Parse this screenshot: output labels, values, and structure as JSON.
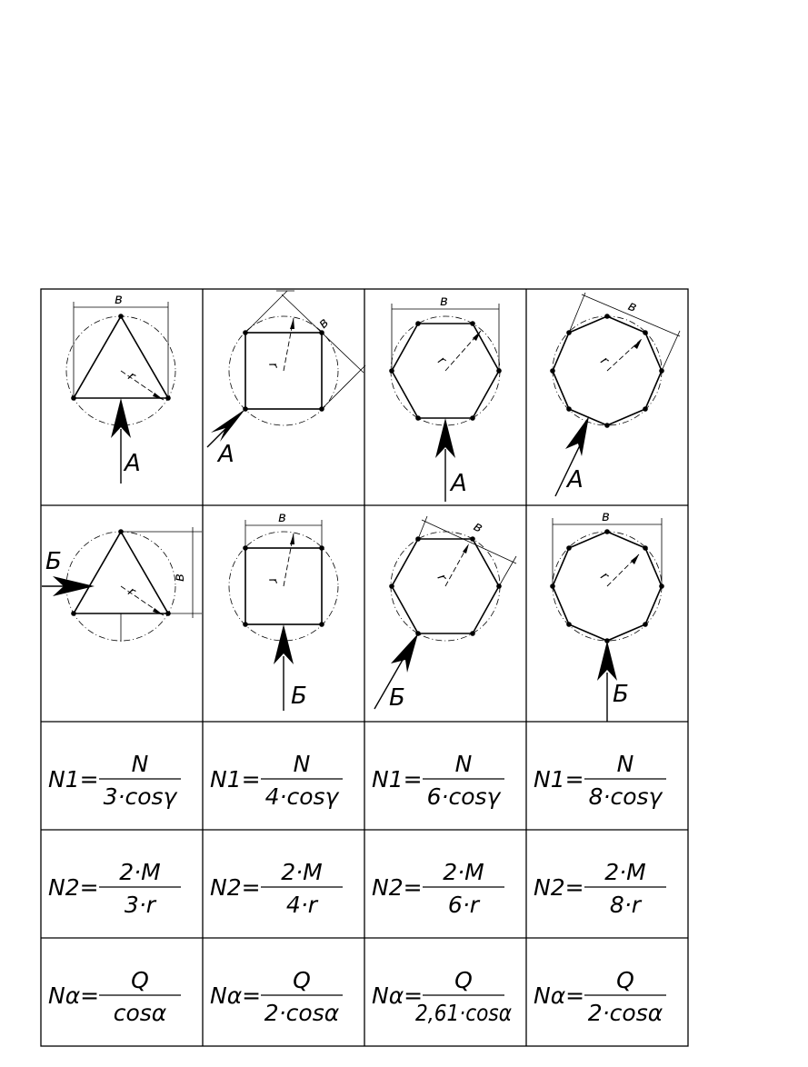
{
  "labels": {
    "width_symbol": "в",
    "radius_symbol": "r",
    "view_a": "А",
    "view_b": "Б"
  },
  "columns": [
    {
      "sides": 3
    },
    {
      "sides": 4
    },
    {
      "sides": 6
    },
    {
      "sides": 8
    }
  ],
  "formulas": {
    "n1": [
      {
        "lhs": "N1=",
        "num": "N",
        "den": "3·cosγ"
      },
      {
        "lhs": "N1=",
        "num": "N",
        "den": "4·cosγ"
      },
      {
        "lhs": "N1=",
        "num": "N",
        "den": "6·cosγ"
      },
      {
        "lhs": "N1=",
        "num": "N",
        "den": "8·cosγ"
      }
    ],
    "n2": [
      {
        "lhs": "N2=",
        "num": "2·M",
        "den": "3·r"
      },
      {
        "lhs": "N2=",
        "num": "2·M",
        "den": "4·r"
      },
      {
        "lhs": "N2=",
        "num": "2·M",
        "den": "6·r"
      },
      {
        "lhs": "N2=",
        "num": "2·M",
        "den": "8·r"
      }
    ],
    "na": [
      {
        "lhs": "Nα=",
        "num": "Q",
        "den": "cosα"
      },
      {
        "lhs": "Nα=",
        "num": "Q",
        "den": "2·cosα"
      },
      {
        "lhs": "Nα=",
        "num": "Q",
        "den": "2,61·cosα"
      },
      {
        "lhs": "Nα=",
        "num": "Q",
        "den": "2·cosα"
      }
    ]
  }
}
